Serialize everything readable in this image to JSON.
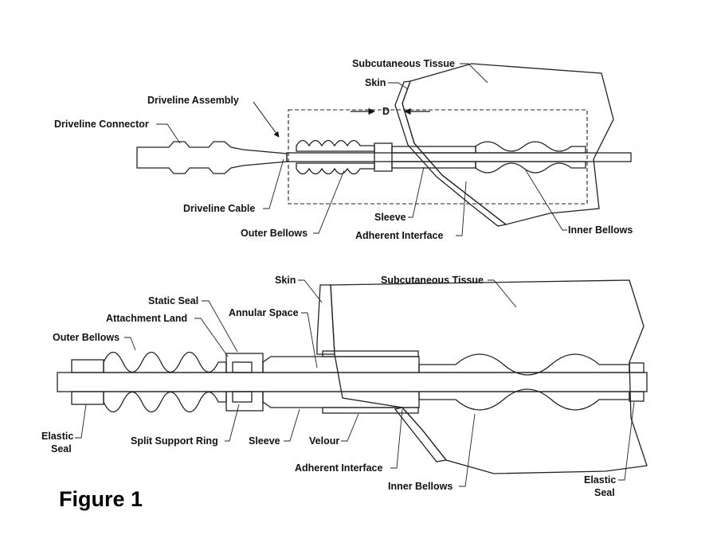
{
  "figure_title": "Figure 1",
  "top_view": {
    "labels": {
      "subcutaneous_tissue": "Subcutaneous Tissue",
      "skin": "Skin",
      "driveline_assembly": "Driveline Assembly",
      "driveline_connector": "Driveline Connector",
      "dimension": "D",
      "driveline_cable": "Driveline Cable",
      "sleeve": "Sleeve",
      "outer_bellows": "Outer Bellows",
      "adherent_interface": "Adherent Interface",
      "inner_bellows": "Inner Bellows"
    }
  },
  "bottom_view": {
    "labels": {
      "skin": "Skin",
      "subcutaneous_tissue": "Subcutaneous Tissue",
      "static_seal": "Static Seal",
      "attachment_land": "Attachment Land",
      "annular_space": "Annular Space",
      "outer_bellows": "Outer Bellows",
      "elastic_seal_left_1": "Elastic",
      "elastic_seal_left_2": "Seal",
      "split_support_ring": "Split Support Ring",
      "sleeve": "Sleeve",
      "velour": "Velour",
      "adherent_interface": "Adherent Interface",
      "inner_bellows": "Inner Bellows",
      "elastic_seal_right_1": "Elastic",
      "elastic_seal_right_2": "Seal"
    }
  }
}
